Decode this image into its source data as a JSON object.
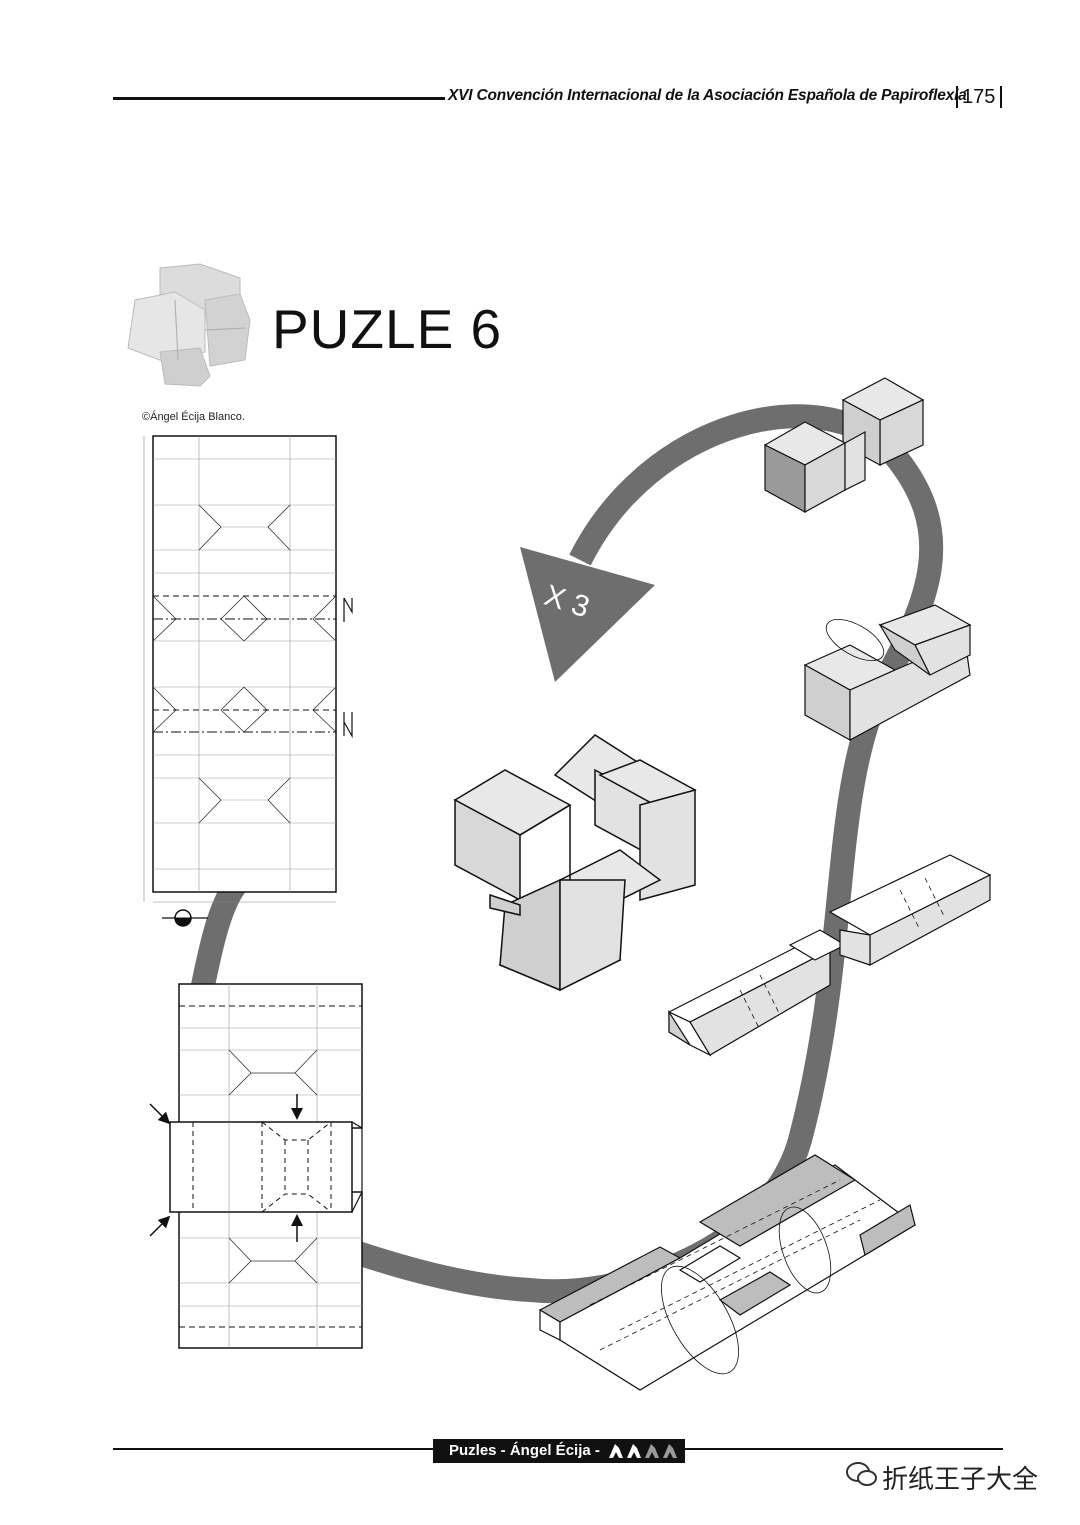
{
  "header": {
    "convention_title": "XVI Convención Internacional de la Asociación Española de Papiroflexia",
    "page_number": "175"
  },
  "title": "PUZLE 6",
  "copyright": "©Ángel Écija Blanco.",
  "arrow_label": "X 3",
  "footer": {
    "label": "Puzles - Ángel Écija -"
  },
  "watermark": "折纸王子大全",
  "colors": {
    "ink": "#111111",
    "arrow_gray": "#6e6e6e",
    "face_light": "#e2e2e2",
    "face_mid": "#c8c8c8",
    "face_dark": "#9a9a9a"
  }
}
